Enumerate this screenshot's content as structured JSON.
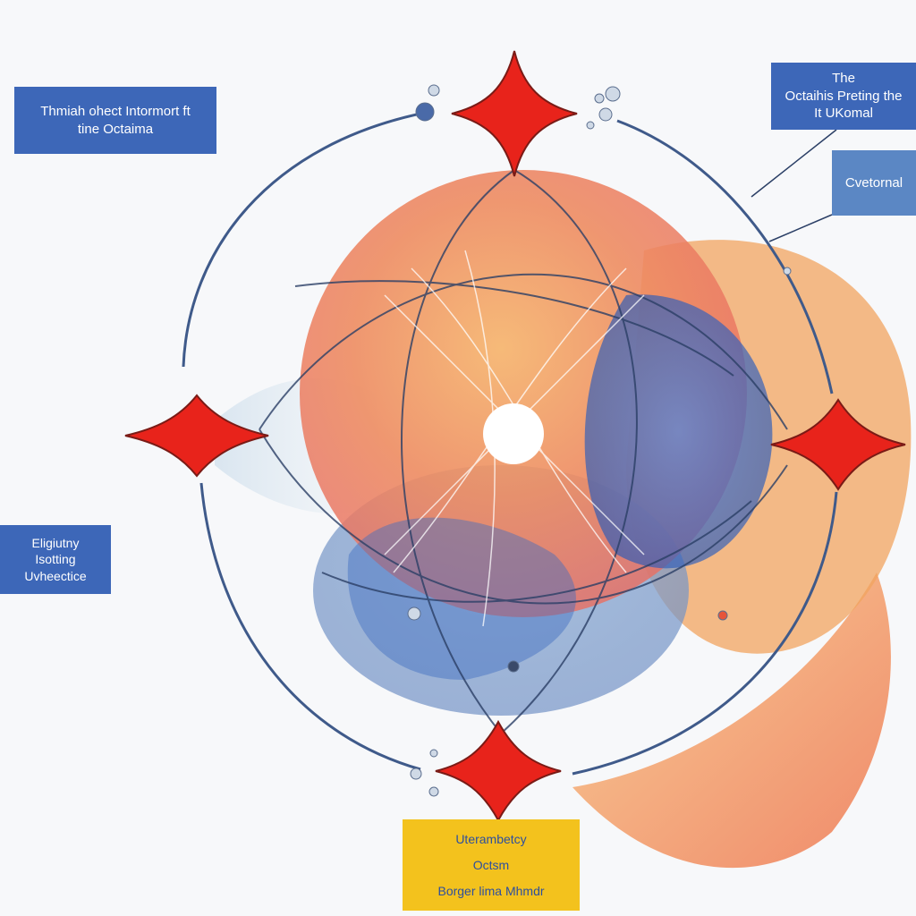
{
  "labels": {
    "top_left": {
      "line1": "Thmiah ohect Intormort ft",
      "line2": "tine Octaima"
    },
    "top_right": {
      "line1": "The",
      "line2": "Octaihis Preting the",
      "line3": "It UKomal"
    },
    "right": {
      "line1": "Cvetornal"
    },
    "left": {
      "line1": "Eligiutny",
      "line2": "Isotting",
      "line3": "Uvheectice"
    },
    "bottom": {
      "line1": "Uterambetcy",
      "line2": "Octsm",
      "line3": "Borger lima Mhmdr"
    }
  },
  "colors": {
    "star": "#e8231b",
    "orbit": "#3f5a8a",
    "label_blue": "#3d67b8",
    "label_yellow": "#f3c21d",
    "warm": "#f08a5d",
    "cool": "#4b78c9"
  },
  "icons": [
    "four-point-star-icon",
    "bubble-cluster-icon"
  ]
}
